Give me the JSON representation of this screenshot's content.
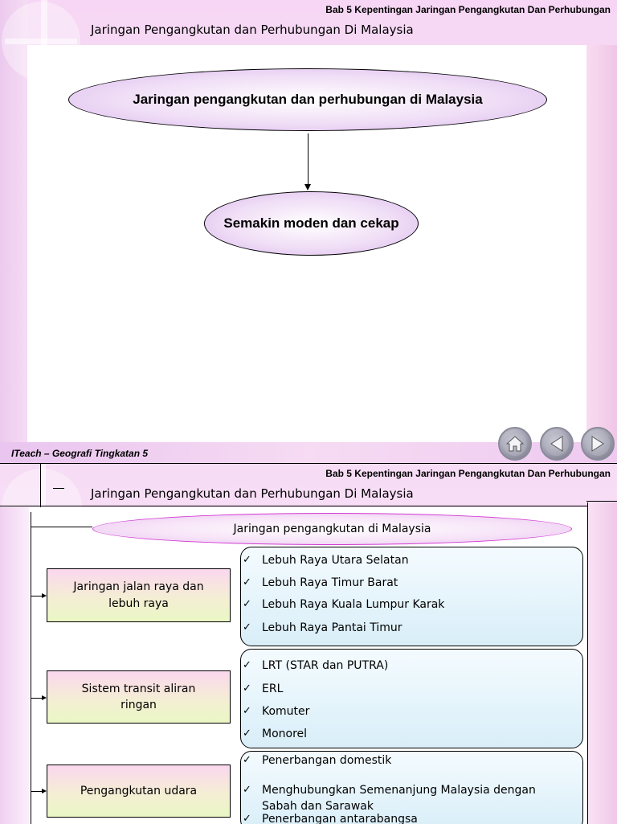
{
  "slide1": {
    "header_small": "Bab 5 Kepentingan Jaringan Pengangkutan Dan Perhubungan",
    "header_main": "Jaringan Pengangkutan dan Perhubungan Di Malaysia",
    "ellipse_top": "Jaringan pengangkutan dan perhubungan di Malaysia",
    "ellipse_bottom": "Semakin moden dan cekap",
    "footer": "ITeach – Geografi Tingkatan 5",
    "nav": {
      "home_icon": "home-icon",
      "prev_icon": "arrow-left-icon",
      "next_icon": "arrow-right-icon"
    }
  },
  "slide2": {
    "header_small": "Bab 5 Kepentingan Jaringan Pengangkutan Dan Perhubungan",
    "header_main": "Jaringan Pengangkutan dan Perhubungan Di Malaysia",
    "root": "Jaringan pengangkutan di Malaysia",
    "categories": [
      {
        "label": "Jaringan jalan raya dan lebuh raya",
        "items": [
          "Lebuh Raya Utara Selatan",
          "Lebuh Raya Timur Barat",
          "Lebuh Raya Kuala Lumpur Karak",
          "Lebuh Raya Pantai Timur"
        ]
      },
      {
        "label": "Sistem transit aliran ringan",
        "items": [
          "LRT (STAR dan PUTRA)",
          "ERL",
          "Komuter",
          "Monorel"
        ]
      },
      {
        "label": "Pengangkutan udara",
        "items": [
          "Penerbangan domestik",
          "Menghubungkan Semenanjung Malaysia dengan Sabah dan Sarawak",
          "Penerbangan antarabangsa"
        ]
      }
    ],
    "check_glyph": "✓"
  }
}
